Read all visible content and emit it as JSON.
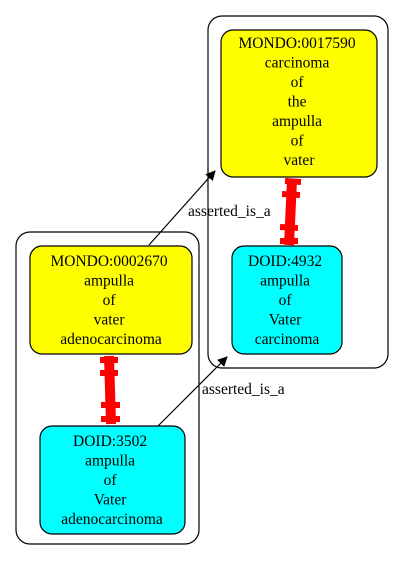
{
  "colors": {
    "mondo_fill": "#ffff00",
    "doid_fill": "#00ffff",
    "equiv_edge": "#ff0000",
    "edge": "#000000",
    "cluster_stroke": "#000000"
  },
  "nodes": [
    {
      "id": "mondo-0017590",
      "lines": [
        "MONDO:0017590",
        "carcinoma",
        "of",
        "the",
        "ampulla",
        "of",
        "vater"
      ],
      "fill_key": "mondo_fill"
    },
    {
      "id": "doid-4932",
      "lines": [
        "DOID:4932",
        "ampulla",
        "of",
        "Vater",
        "carcinoma"
      ],
      "fill_key": "doid_fill"
    },
    {
      "id": "mondo-0002670",
      "lines": [
        "MONDO:0002670",
        "ampulla",
        "of",
        "vater",
        "adenocarcinoma"
      ],
      "fill_key": "mondo_fill"
    },
    {
      "id": "doid-3502",
      "lines": [
        "DOID:3502",
        "ampulla",
        "of",
        "Vater",
        "adenocarcinoma"
      ],
      "fill_key": "doid_fill"
    }
  ],
  "edges": [
    {
      "id": "mondo-0002670-to-mondo-0017590",
      "label": "asserted_is_a"
    },
    {
      "id": "doid-3502-to-doid-4932",
      "label": "asserted_is_a"
    }
  ]
}
